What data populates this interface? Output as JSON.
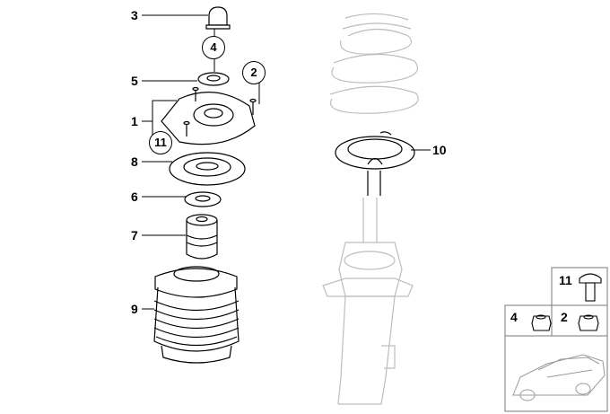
{
  "callouts": {
    "n3": "3",
    "n4": "4",
    "n5": "5",
    "n2": "2",
    "n1": "1",
    "n11": "11",
    "n8": "8",
    "n10": "10",
    "n6": "6",
    "n7": "7",
    "n9": "9"
  },
  "thumbnails": {
    "t11": "11",
    "t4": "4",
    "t2": "2"
  },
  "colors": {
    "line": "#000000",
    "ghost": "#b8b8b8",
    "panel": "#7a7a7a"
  }
}
